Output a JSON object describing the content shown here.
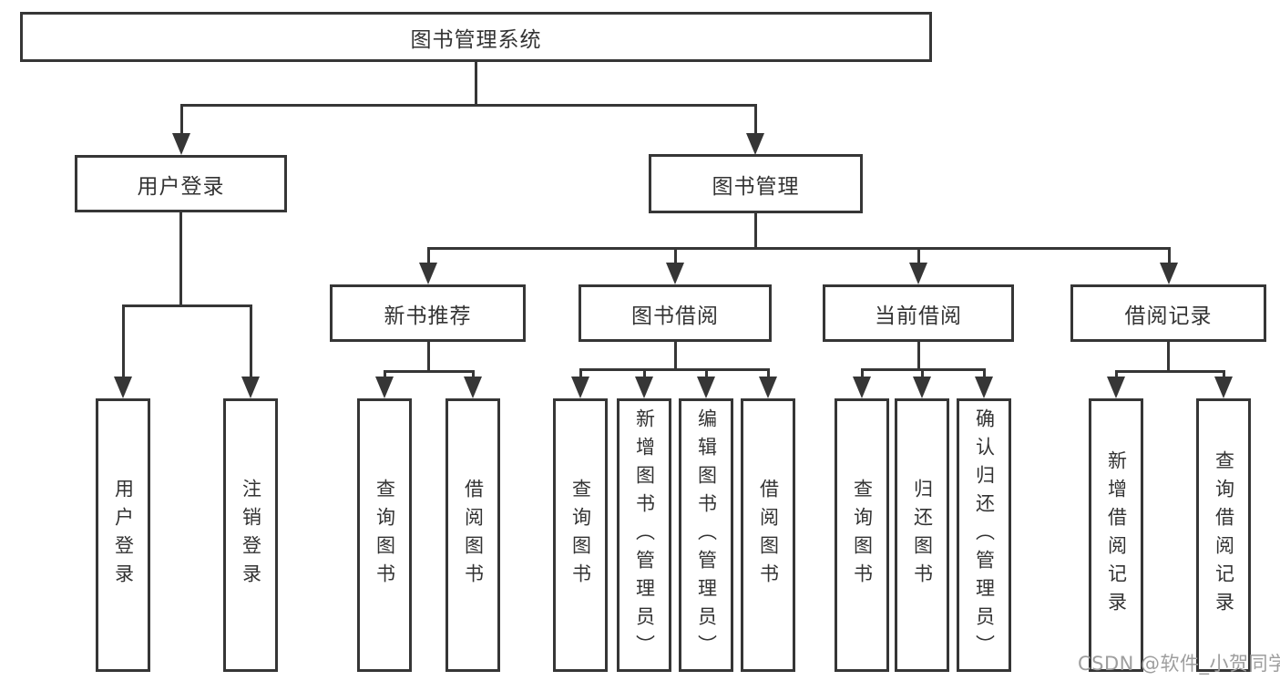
{
  "page": {
    "background": "#ffffff",
    "line_color": "#363636",
    "text_color": "#333333",
    "watermark_color": "#9e9e9e"
  },
  "watermark": {
    "text": "CSDN @软件_小贺同学"
  },
  "tree": {
    "root": "图书管理系统",
    "branches": [
      {
        "label": "用户登录",
        "children": [
          "用户登录",
          "注销登录"
        ]
      },
      {
        "label": "图书管理",
        "groups": [
          {
            "label": "新书推荐",
            "children": [
              "查询图书",
              "借阅图书"
            ]
          },
          {
            "label": "图书借阅",
            "children": [
              "查询图书",
              "新增图书（管理员）",
              "编辑图书（管理员）",
              "借阅图书"
            ]
          },
          {
            "label": "当前借阅",
            "children": [
              "查询图书",
              "归还图书",
              "确认归还（管理员）"
            ]
          },
          {
            "label": "借阅记录",
            "children": [
              "新增借阅记录",
              "查询借阅记录"
            ]
          }
        ]
      }
    ]
  }
}
